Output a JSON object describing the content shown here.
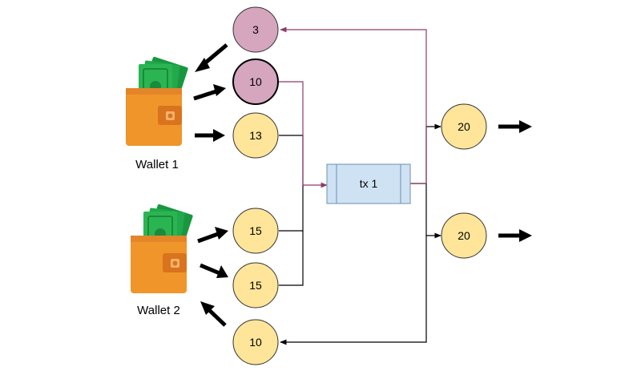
{
  "wallets": [
    {
      "id": "wallet-1",
      "label": "Wallet 1"
    },
    {
      "id": "wallet-2",
      "label": "Wallet 2"
    }
  ],
  "coins": [
    {
      "id": "coin-3-change-w1",
      "value": "3",
      "kind": "change"
    },
    {
      "id": "coin-10-input-w1",
      "value": "10",
      "kind": "spent"
    },
    {
      "id": "coin-13-w1",
      "value": "13",
      "kind": "unspent"
    },
    {
      "id": "coin-15a-w2",
      "value": "15",
      "kind": "unspent"
    },
    {
      "id": "coin-15b-w2",
      "value": "15",
      "kind": "unspent"
    },
    {
      "id": "coin-10-change-w2",
      "value": "10",
      "kind": "unspent"
    },
    {
      "id": "coin-20-out-a",
      "value": "20",
      "kind": "unspent"
    },
    {
      "id": "coin-20-out-b",
      "value": "20",
      "kind": "unspent"
    }
  ],
  "transaction": {
    "label": "tx 1"
  },
  "colors": {
    "coin_yellow": "#ffe599",
    "coin_pink": "#d5a6bd",
    "tx_fill": "#cfe2f3",
    "highlight_line": "#8e3b68",
    "wallet_orange": "#f0952a",
    "bill_green": "#1fa347"
  },
  "icons": {
    "wallet": "wallet-with-cash-icon",
    "arrow": "thick-arrow-icon"
  }
}
